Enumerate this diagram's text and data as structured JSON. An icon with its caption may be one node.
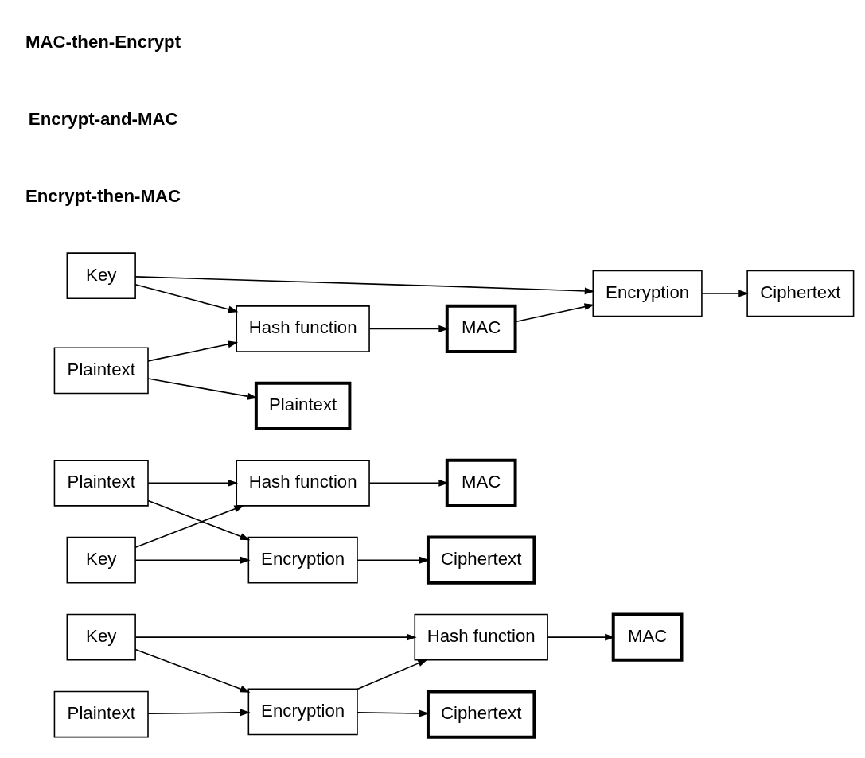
{
  "diagram": {
    "nodes": [
      {
        "text": [
          "Key"
        ]
      },
      {
        "text": [
          "Hash function"
        ]
      },
      {
        "text": [
          "Plaintext"
        ]
      },
      {
        "text": [
          "Encryption"
        ]
      },
      {
        "text": [
          "Ciphertext"
        ]
      },
      {
        "text": [
          "MAC"
        ]
      },
      {
        "text": [
          "Hash function"
        ]
      },
      {
        "text": [
          "Plaintext"
        ]
      },
      {
        "text": [
          "Key"
        ]
      },
      {
        "text": [
          "Ciphertext"
        ]
      },
      {
        "text": [
          "MAC"
        ]
      },
      {
        "text": [
          "Encryption"
        ]
      },
      {
        "text": [
          "Hash function"
        ]
      },
      {
        "text": [
          "Key"
        ]
      },
      {
        "text": [
          "Plaintext"
        ]
      },
      {
        "text": [
          "Plaintext"
        ]
      },
      {
        "text": [
          "MAC"
        ]
      },
      {
        "text": [
          "Encryption"
        ]
      },
      {
        "text": [
          "Ciphertext"
        ]
      }
    ],
    "edges": [
      {
        "from": 0,
        "to": 1,
        "arrow": "to"
      },
      {
        "from": 0,
        "to": 3,
        "arrow": "to"
      },
      {
        "from": 2,
        "to": 3,
        "arrow": "to"
      },
      {
        "from": 3,
        "to": 1,
        "arrow": "to"
      },
      {
        "from": 3,
        "to": 4,
        "arrow": "to"
      },
      {
        "from": 1,
        "to": 5,
        "arrow": "to"
      },
      {
        "from": 7,
        "to": 6,
        "arrow": "to"
      },
      {
        "from": 8,
        "to": 6,
        "arrow": "to"
      },
      {
        "from": 8,
        "to": 11,
        "arrow": "to"
      },
      {
        "from": 7,
        "to": 11,
        "arrow": "to"
      },
      {
        "from": 6,
        "to": 10,
        "arrow": "to"
      },
      {
        "from": 11,
        "to": 9,
        "arrow": "to"
      },
      {
        "from": 14,
        "to": 12,
        "arrow": "to"
      },
      {
        "from": 13,
        "to": 12,
        "arrow": "to"
      },
      {
        "from": 13,
        "to": 17,
        "arrow": "to"
      },
      {
        "from": 14,
        "to": 15,
        "arrow": "to"
      },
      {
        "from": 12,
        "to": 16,
        "arrow": "to"
      },
      {
        "from": 16,
        "to": 17,
        "arrow": "to"
      },
      {
        "from": 17,
        "to": 18,
        "arrow": "to"
      }
    ],
    "labels": [
      "Encrypt-then-MAC",
      "Encrypt-and-MAC",
      "MAC-then-Encrypt"
    ]
  }
}
